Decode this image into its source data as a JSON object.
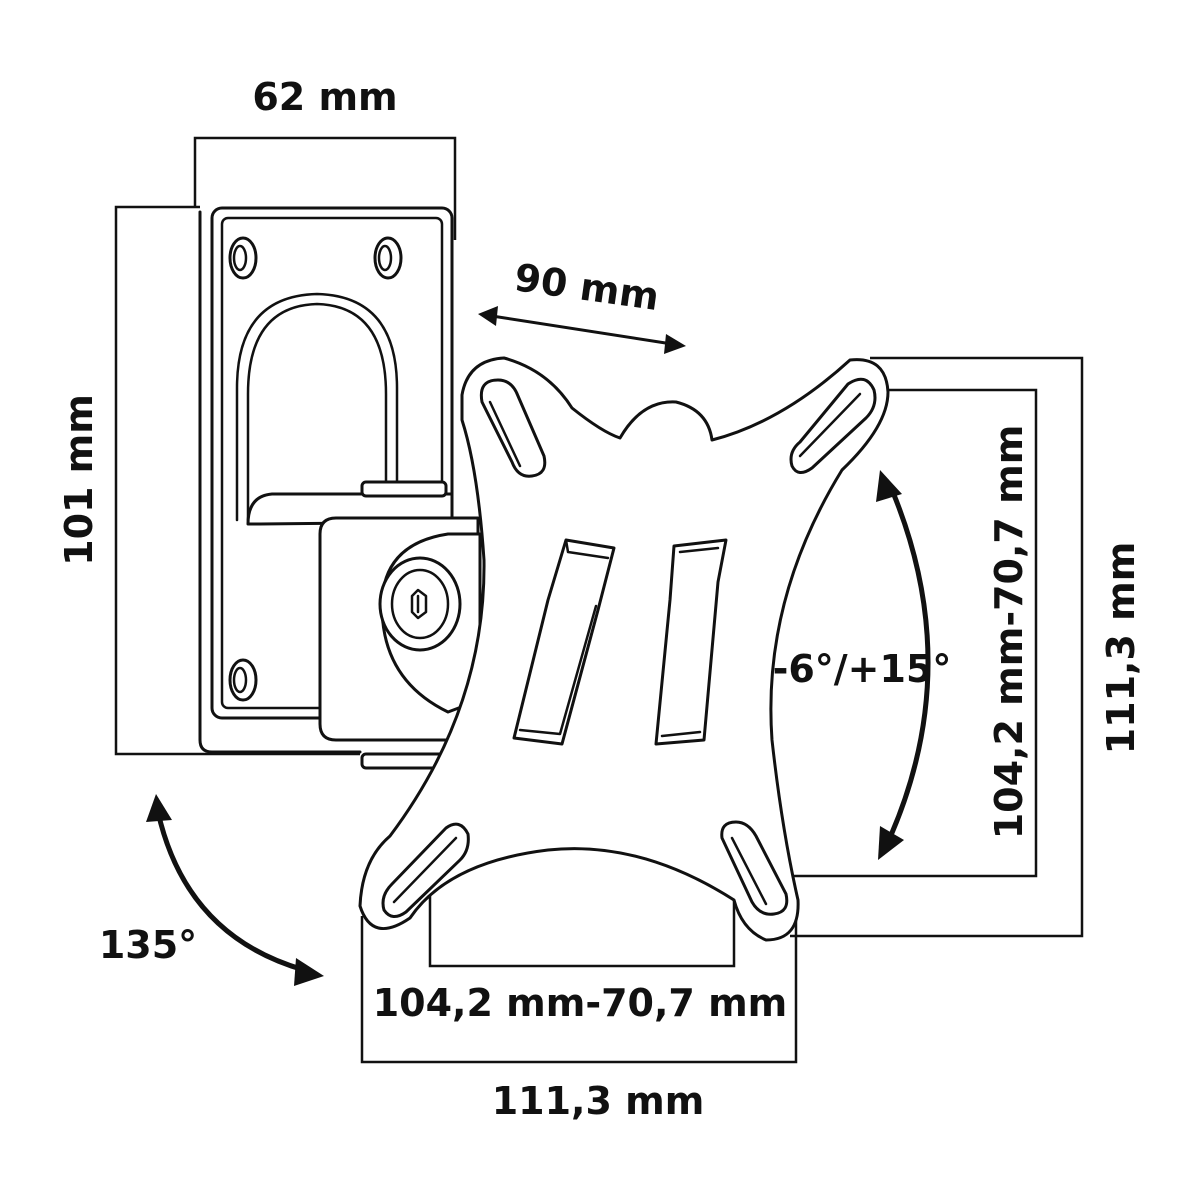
{
  "dimensions": {
    "bracket_width": "62 mm",
    "bracket_height": "101 mm",
    "arm_length": "90 mm",
    "plate_vesa_vertical": "104,2 mm-70,7 mm",
    "plate_vertical_overall": "111,3 mm",
    "plate_vesa_horizontal": "104,2 mm-70,7 mm",
    "plate_horizontal_overall": "111,3 mm"
  },
  "angles": {
    "tilt": "-6°/+15°",
    "swivel": "135°"
  },
  "colors": {
    "line": "#111111",
    "background": "#ffffff"
  }
}
